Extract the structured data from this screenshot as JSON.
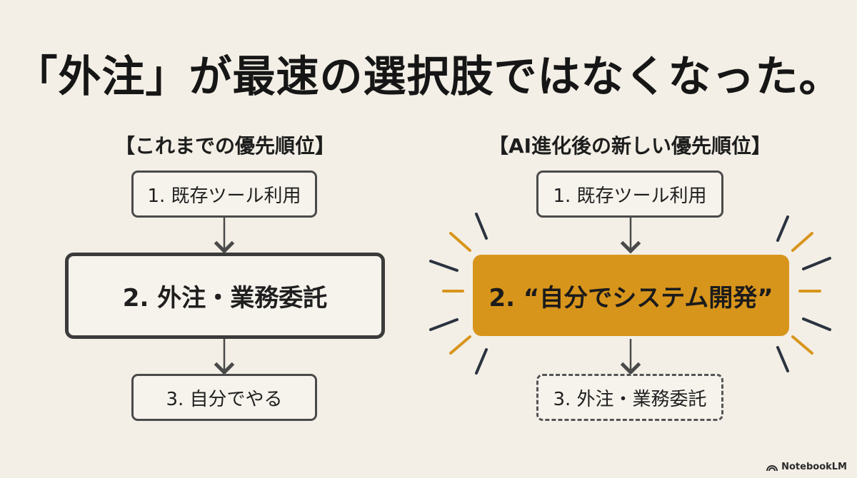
{
  "title": "「外注」が最速の選択肢ではなくなった。",
  "left": {
    "heading": "【これまでの優先順位】",
    "steps": [
      "1. 既存ツール利用",
      "2. 外注・業務委託",
      "3. 自分でやる"
    ]
  },
  "right": {
    "heading": "【AI進化後の新しい優先順位】",
    "steps": [
      "1. 既存ツール利用",
      "2. “自分でシステム開発”",
      "3. 外注・業務委託"
    ]
  },
  "brand": "NotebookLM",
  "colors": {
    "accent": "#d8951c",
    "background": "#f3efe6",
    "ray_dark": "#2b3340"
  }
}
